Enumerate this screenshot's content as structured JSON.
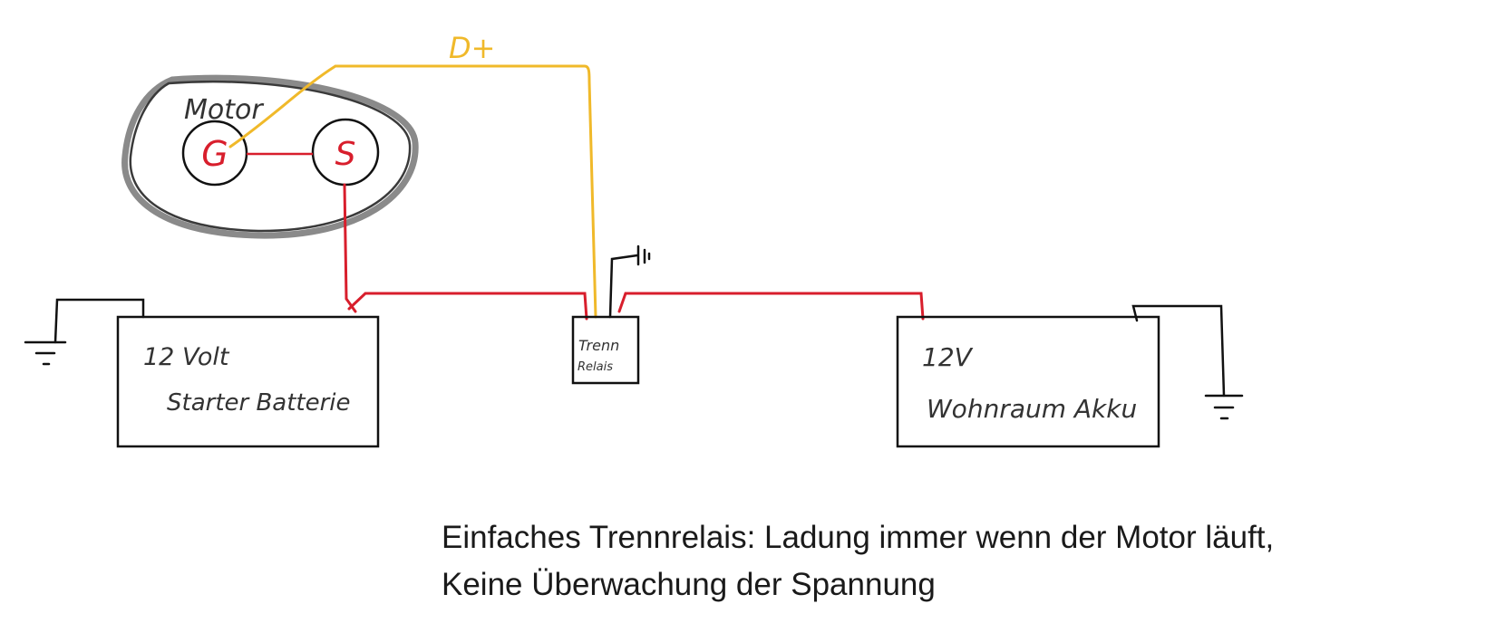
{
  "labels": {
    "motor": "Motor",
    "generator": "G",
    "starter": "S",
    "d_plus": "D+",
    "starter_battery_voltage": "12 Volt",
    "starter_battery_name": "Starter Batterie",
    "relay_line1": "Trenn",
    "relay_line2": "Relais",
    "house_battery_voltage": "12V",
    "house_battery_name": "Wohnraum Akku"
  },
  "caption": {
    "line1": "Einfaches Trennrelais: Ladung immer wenn der Motor läuft,",
    "line2": "Keine Überwachung der Spannung"
  },
  "colors": {
    "positive_wire": "#d81e2c",
    "d_plus_wire": "#f0b92a",
    "ground_wire": "#111111",
    "motor_outline": "#555555"
  }
}
